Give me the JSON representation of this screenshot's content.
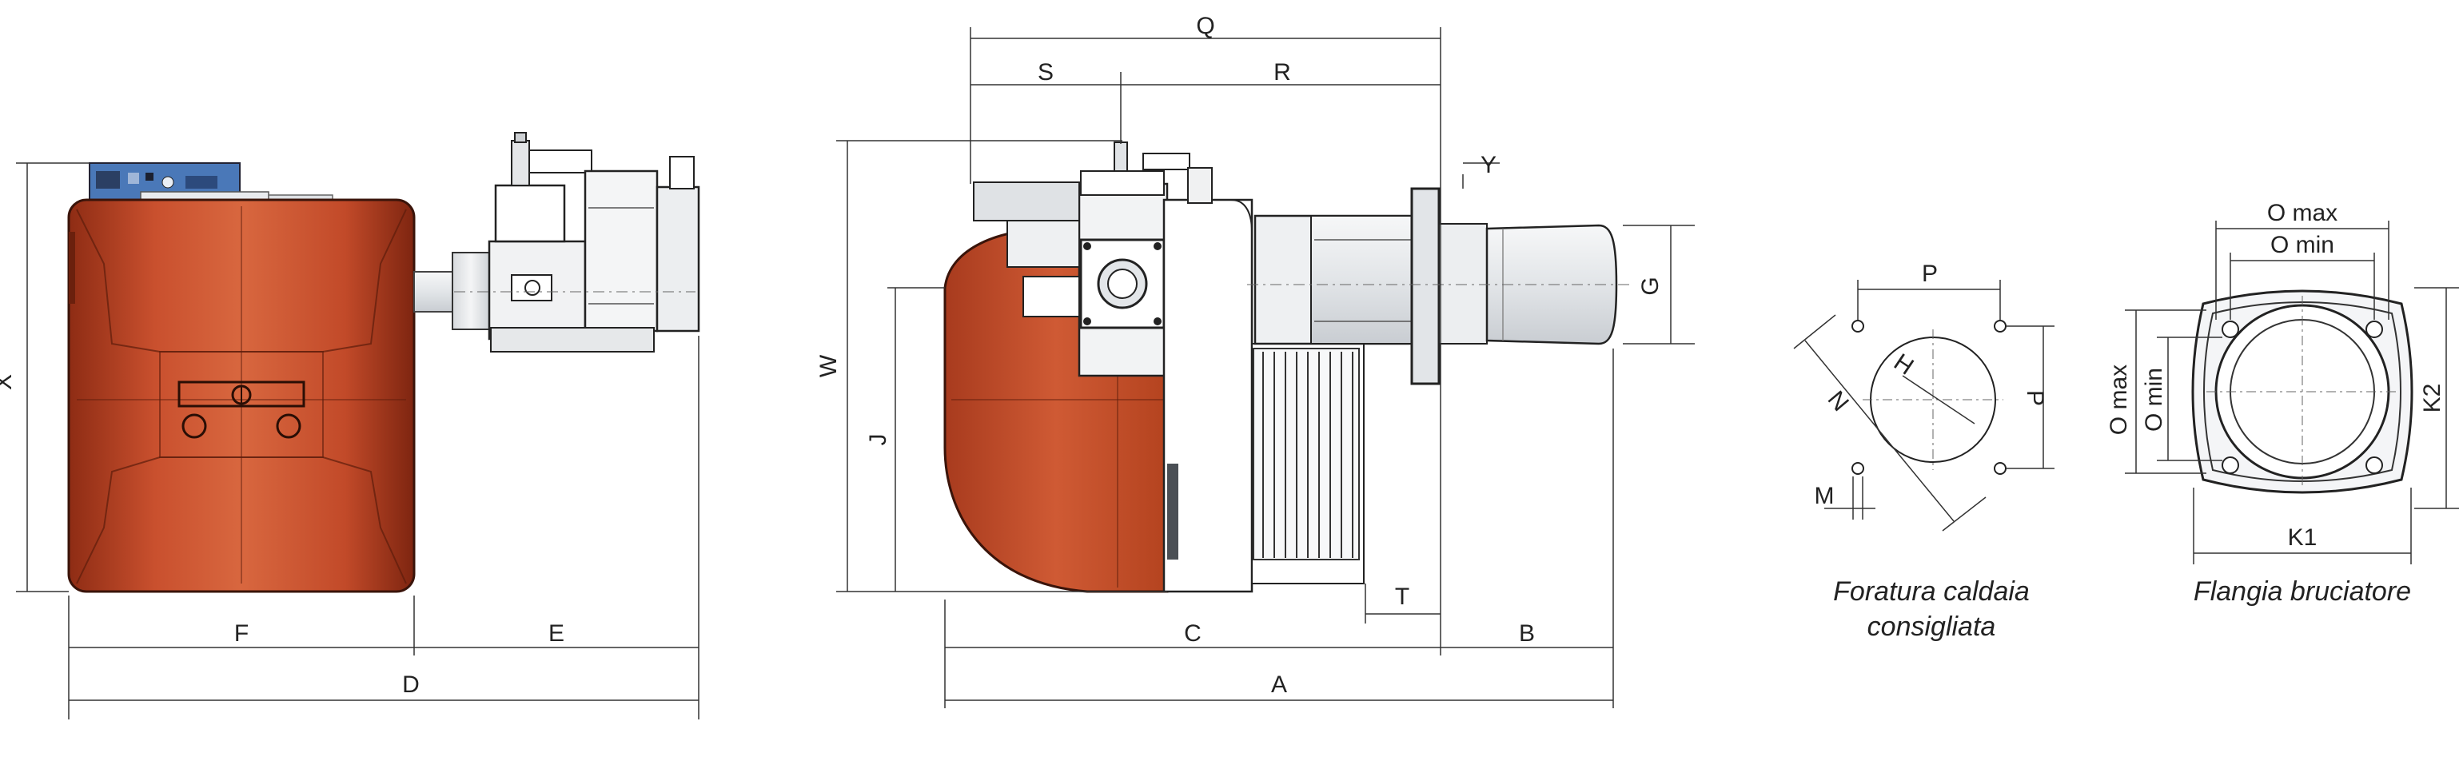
{
  "colors": {
    "housing_red": "#c9502e",
    "housing_dark": "#8e2c14",
    "control_box_blue": "#4a78b8",
    "metal_light": "#eef0f2",
    "line": "#333333"
  },
  "views": {
    "top_view": {
      "labels": {
        "x": "X",
        "f": "F",
        "e": "E",
        "d": "D"
      }
    },
    "side_view": {
      "labels": {
        "q": "Q",
        "s": "S",
        "r": "R",
        "y": "Y",
        "g": "G",
        "w": "W",
        "j": "J",
        "t": "T",
        "c": "C",
        "b": "B",
        "a": "A"
      }
    },
    "boiler_drilling": {
      "labels": {
        "p_top": "P",
        "p_side": "P",
        "h": "H",
        "n": "N",
        "m": "M"
      },
      "caption_line1": "Foratura caldaia",
      "caption_line2": "consigliata"
    },
    "burner_flange": {
      "labels": {
        "o_max_top": "O max",
        "o_min_top": "O min",
        "o_max_side": "O max",
        "o_min_side": "O min",
        "k1": "K1",
        "k2": "K2"
      },
      "caption": "Flangia bruciatore"
    }
  }
}
